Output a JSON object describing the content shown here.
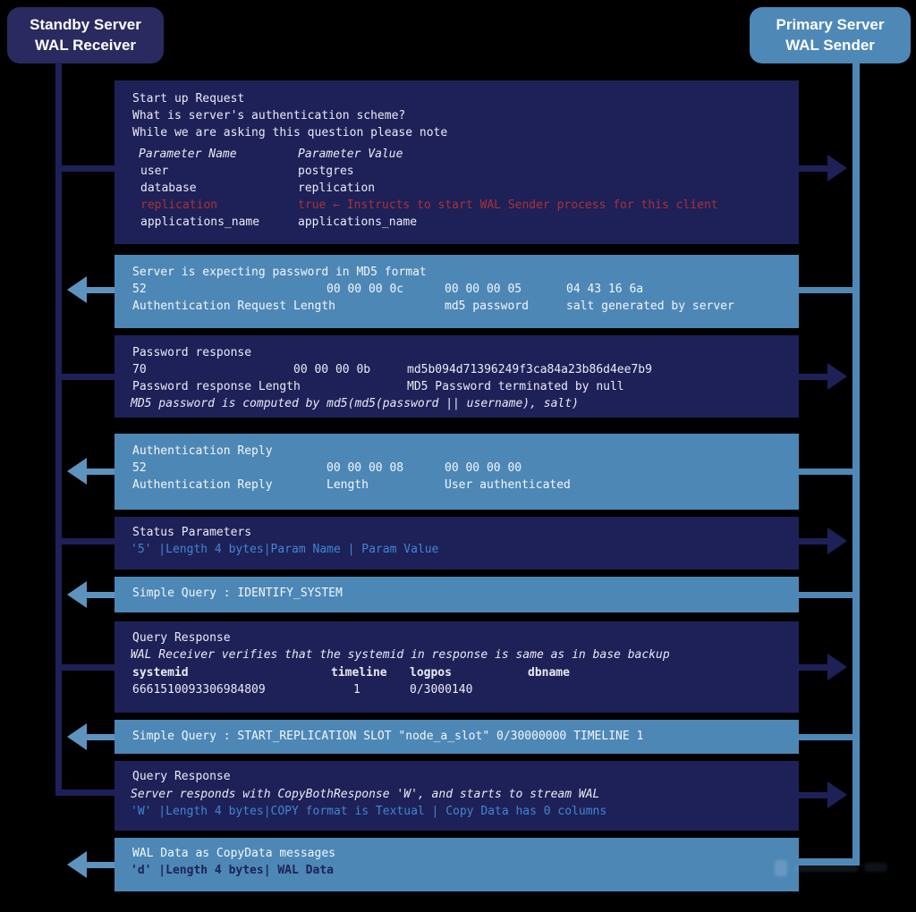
{
  "actors": {
    "standby": {
      "title_line1": "Standby Server",
      "title_line2": "WAL Receiver"
    },
    "primary": {
      "title_line1": "Primary Server",
      "title_line2": "WAL Sender"
    }
  },
  "colors": {
    "navy_box": "#1e2157",
    "steel_blue_box": "#4d87b5",
    "red_text": "#ab3136",
    "light_blue_text": "#3f86d4",
    "background": "#000000"
  },
  "messages": {
    "startup": {
      "title": "Start up Request",
      "line2": "What is server's authentication scheme?",
      "line3": "While we are asking this question please note",
      "header_name": "Parameter Name",
      "header_value": "Parameter Value",
      "params": [
        {
          "name": "user",
          "value": "postgres"
        },
        {
          "name": "database",
          "value": "replication"
        },
        {
          "name": "replication",
          "value": "true ← Instructs to start WAL Sender process for this client"
        },
        {
          "name": "applications_name",
          "value": "applications_name"
        }
      ]
    },
    "md5_request": {
      "title": "Server is expecting password in MD5 format",
      "v1": "52",
      "v2": "00 00 00 0c",
      "v3": "00 00 00 05",
      "v4": "04 43 16 6a",
      "l1": "Authentication Request Length",
      "l3": "md5 password",
      "l4": "salt generated by server"
    },
    "password_response": {
      "title": "Password response",
      "v1": "70",
      "v2": "00 00 00 0b",
      "v3": "md5b094d71396249f3ca84a23b86d4ee7b9",
      "l1": "Password response Length",
      "l3": "MD5 Password terminated by null",
      "note": "MD5 password is computed by md5(md5(password || username), salt)"
    },
    "auth_reply": {
      "title": "Authentication Reply",
      "v1": "52",
      "v2": "00 00 00 08",
      "v3": "00 00 00 00",
      "l1": "Authentication Reply",
      "l2": "Length",
      "l3": "User authenticated"
    },
    "status_params": {
      "title": "Status Parameters",
      "format": "'5' |Length 4 bytes|Param Name | Param Value"
    },
    "identify_system": {
      "title": "Simple Query : IDENTIFY_SYSTEM"
    },
    "identify_response": {
      "title": "Query Response",
      "note": "WAL Receiver verifies that the systemid in response is same as in base backup",
      "h1": "systemid",
      "h2": "timeline",
      "h3": "logpos",
      "h4": "dbname",
      "v1": "6661510093306984809",
      "v2": "1",
      "v3": "0/3000140"
    },
    "start_replication": {
      "title": "Simple Query : START_REPLICATION SLOT \"node_a_slot\" 0/30000000 TIMELINE 1"
    },
    "copy_both_response": {
      "title": "Query Response",
      "note": "Server responds with CopyBothResponse 'W', and starts to stream WAL",
      "format": "'W' |Length 4 bytes|COPY format is Textual | Copy Data has 0 columns"
    },
    "wal_data": {
      "title": "WAL Data as CopyData messages",
      "format": "'d' |Length 4 bytes| WAL Data"
    }
  }
}
